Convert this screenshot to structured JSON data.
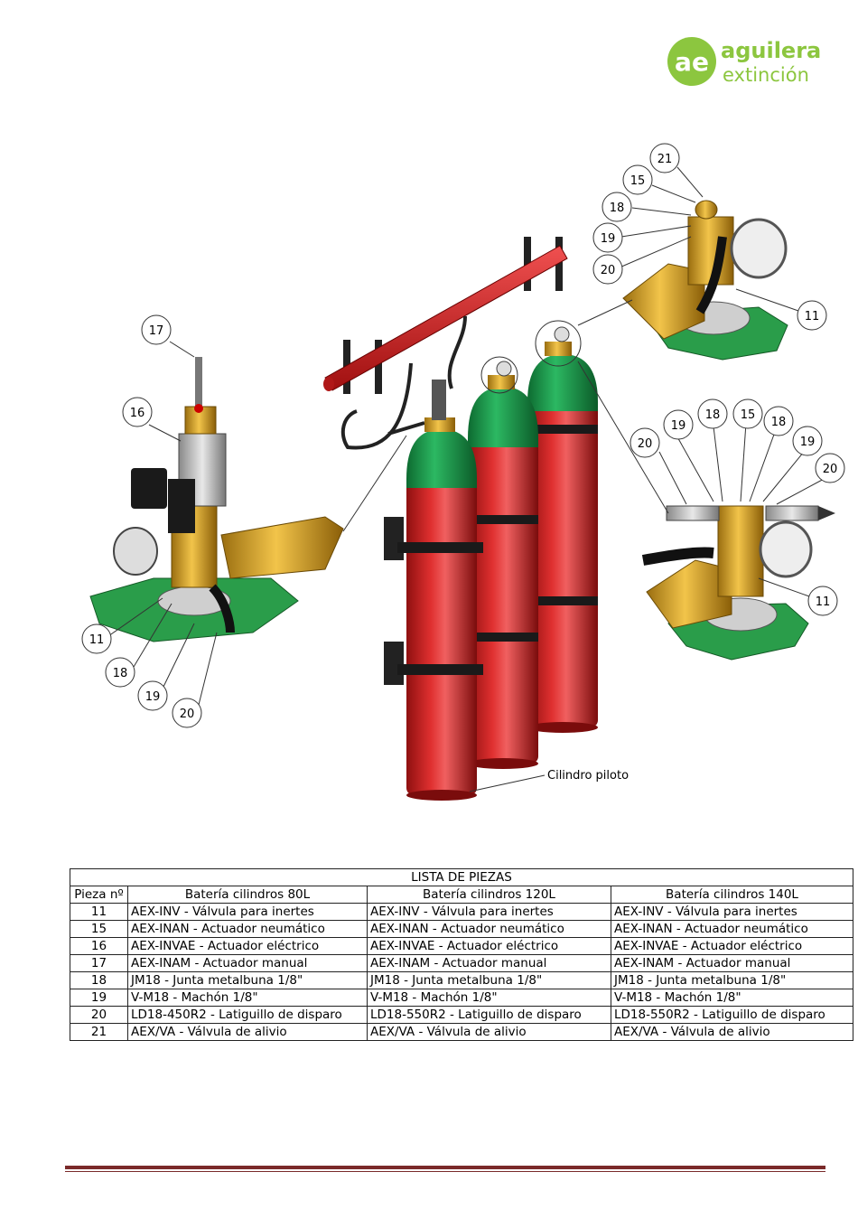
{
  "logo": {
    "monogram": "ae",
    "line1": "aguilera",
    "line2": "extinción",
    "color": "#8cc63f"
  },
  "figure": {
    "pilot_label": "Cilindro piloto",
    "callouts_left": [
      "17",
      "16",
      "11",
      "18",
      "19",
      "20"
    ],
    "callouts_top_right": [
      "21",
      "15",
      "18",
      "19",
      "20",
      "11"
    ],
    "callouts_mid_right": [
      "19",
      "18",
      "15",
      "18",
      "19",
      "20",
      "20",
      "11"
    ]
  },
  "colors": {
    "cylinder_red": "#d42424",
    "cylinder_green": "#1e9a4e",
    "brass": "#d9a520",
    "pad_green": "#2a9d4a"
  },
  "table": {
    "title": "LISTA DE PIEZAS",
    "headers": [
      "Pieza nº",
      "Batería cilindros 80L",
      "Batería cilindros 120L",
      "Batería cilindros 140L"
    ],
    "rows": [
      {
        "n": "11",
        "a": "AEX-INV - Válvula para inertes",
        "b": "AEX-INV - Válvula para inertes",
        "c": "AEX-INV - Válvula para inertes"
      },
      {
        "n": "15",
        "a": "AEX-INAN - Actuador neumático",
        "b": "AEX-INAN - Actuador neumático",
        "c": "AEX-INAN - Actuador neumático"
      },
      {
        "n": "16",
        "a": "AEX-INVAE - Actuador eléctrico",
        "b": "AEX-INVAE - Actuador eléctrico",
        "c": "AEX-INVAE - Actuador eléctrico"
      },
      {
        "n": "17",
        "a": "AEX-INAM - Actuador manual",
        "b": "AEX-INAM - Actuador manual",
        "c": "AEX-INAM - Actuador manual"
      },
      {
        "n": "18",
        "a": "JM18 - Junta metalbuna 1/8\"",
        "b": "JM18 - Junta metalbuna 1/8\"",
        "c": "JM18 - Junta metalbuna 1/8\""
      },
      {
        "n": "19",
        "a": "V-M18 - Machón 1/8\"",
        "b": "V-M18 - Machón 1/8\"",
        "c": "V-M18 - Machón 1/8\""
      },
      {
        "n": "20",
        "a": "LD18-450R2 - Latiguillo de disparo",
        "b": "LD18-550R2 - Latiguillo de disparo",
        "c": "LD18-550R2 - Latiguillo de disparo"
      },
      {
        "n": "21",
        "a": "AEX/VA - Válvula de alivio",
        "b": "AEX/VA - Válvula de alivio",
        "c": "AEX/VA - Válvula de alivio"
      }
    ]
  }
}
